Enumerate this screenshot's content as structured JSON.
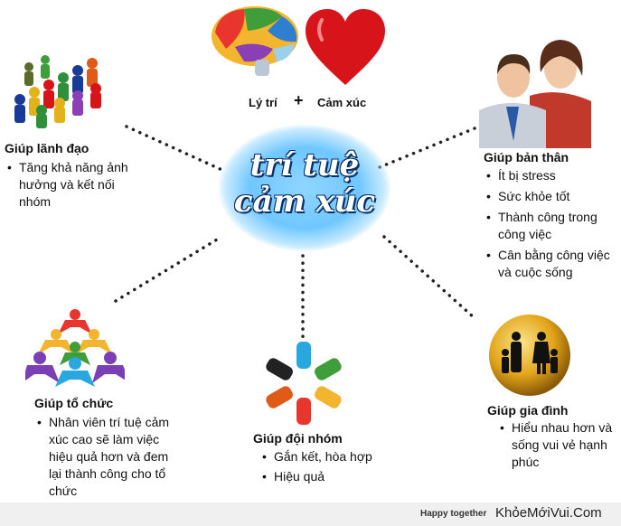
{
  "center": {
    "line1": "trí tuệ",
    "line2": "cảm xúc"
  },
  "top": {
    "left_label": "Lý trí",
    "plus": "+",
    "right_label": "Cảm xúc"
  },
  "lanh_dao": {
    "title": "Giúp lãnh đạo",
    "items": [
      "Tăng khả năng ảnh hưởng và kết nối nhóm"
    ]
  },
  "ban_than": {
    "title": "Giúp bản thân",
    "items": [
      "Ít bị stress",
      "Sức khỏe tốt",
      "Thành công trong công việc",
      "Cân bằng công việc và cuộc sống"
    ]
  },
  "to_chuc": {
    "title": "Giúp tổ chức",
    "items": [
      "Nhân viên trí tuệ cảm xúc cao sẽ làm việc hiệu quả hơn và đem lại thành công cho tổ chức"
    ]
  },
  "doi_nhom": {
    "title": "Giúp đội nhóm",
    "items": [
      "Gắn kết, hòa hợp",
      "Hiệu quả"
    ]
  },
  "gia_dinh": {
    "title": "Giúp gia đình",
    "items": [
      "Hiểu nhau hơn và sống vui vẻ hạnh phúc"
    ]
  },
  "footer": {
    "tagline": "Happy together",
    "brand": "KhỏeMớiVui.Com"
  },
  "colors": {
    "glow": "#6fc7ff",
    "heart": "#d8141b",
    "center_outline": "#0a2f66"
  },
  "icons": [
    "brain-icon",
    "heart-icon",
    "pawns-icon",
    "couple-icon",
    "people-circle-icon",
    "hands-icon",
    "family-icon"
  ]
}
